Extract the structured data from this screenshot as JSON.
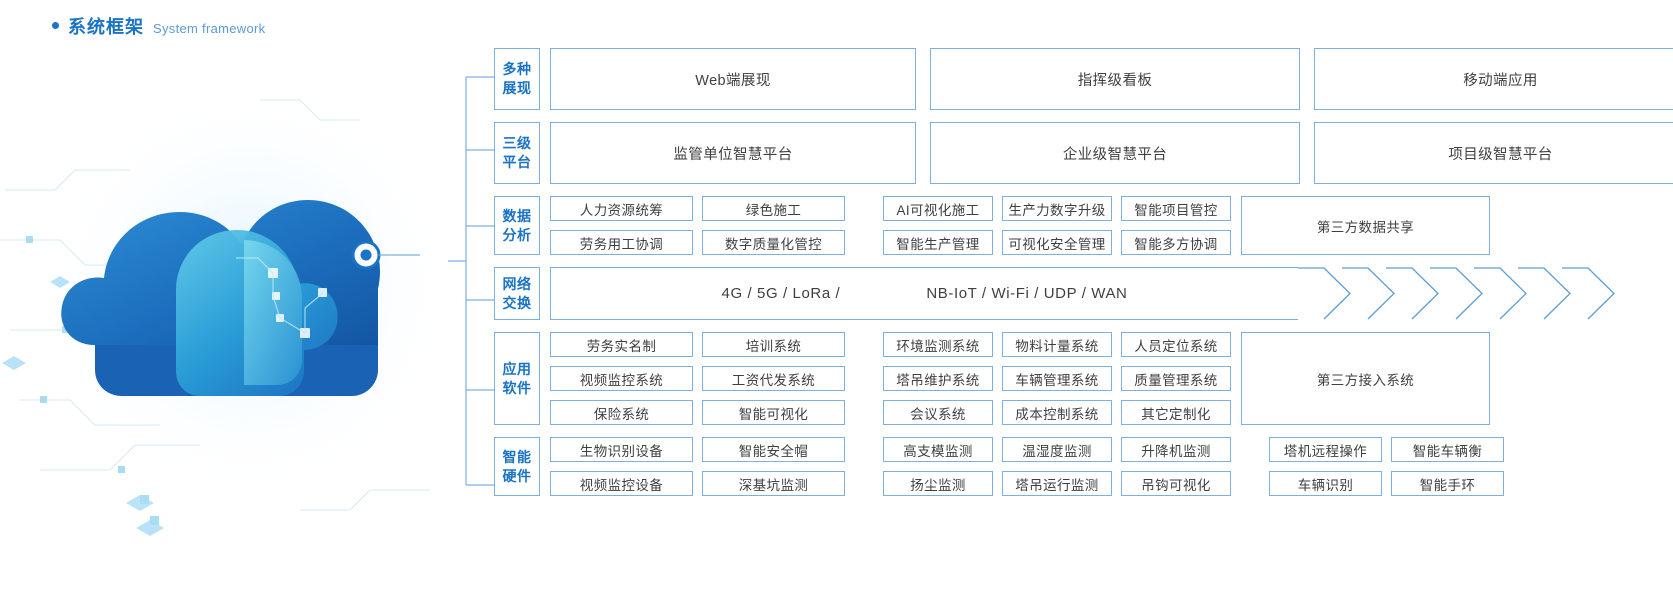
{
  "header": {
    "title_cn": "系统框架",
    "title_en": "System framework",
    "accent_color": "#1a73c4"
  },
  "rows": [
    {
      "label_line1": "多种",
      "label_line2": "展现",
      "cells": [
        "Web端展现",
        "指挥级看板",
        "移动端应用"
      ]
    },
    {
      "label_line1": "三级",
      "label_line2": "平台",
      "cells": [
        "监管单位智慧平台",
        "企业级智慧平台",
        "项目级智慧平台"
      ]
    },
    {
      "label_line1": "数据",
      "label_line2": "分析",
      "left": [
        [
          "人力资源统筹",
          "绿色施工"
        ],
        [
          "劳务用工协调",
          "数字质量化管控"
        ]
      ],
      "right": [
        [
          "AI可视化施工",
          "生产力数字升级",
          "智能项目管控"
        ],
        [
          "智能生产管理",
          "可视化安全管理",
          "智能多方协调"
        ]
      ],
      "wide": "第三方数据共享"
    },
    {
      "label_line1": "网络",
      "label_line2": "交换",
      "text_left": "4G / 5G / LoRa /",
      "text_right": "NB-IoT / Wi-Fi / UDP / WAN",
      "chevron_count": 7
    },
    {
      "label_line1": "应用",
      "label_line2": "软件",
      "left": [
        [
          "劳务实名制",
          "培训系统"
        ],
        [
          "视频监控系统",
          "工资代发系统"
        ],
        [
          "保险系统",
          "智能可视化"
        ]
      ],
      "right": [
        [
          "环境监测系统",
          "物料计量系统",
          "人员定位系统"
        ],
        [
          "塔吊维护系统",
          "车辆管理系统",
          "质量管理系统"
        ],
        [
          "会议系统",
          "成本控制系统",
          "其它定制化"
        ]
      ],
      "wide": "第三方接入系统"
    },
    {
      "label_line1": "智能",
      "label_line2": "硬件",
      "left": [
        [
          "生物识别设备",
          "智能安全帽"
        ],
        [
          "视频监控设备",
          "深基坑监测"
        ]
      ],
      "mid": [
        [
          "高支模监测",
          "温湿度监测",
          "升降机监测"
        ],
        [
          "扬尘监测",
          "塔吊运行监测",
          "吊钩可视化"
        ]
      ],
      "far": [
        [
          "塔机远程操作",
          "智能车辆衡"
        ],
        [
          "车辆识别",
          "智能手环"
        ]
      ]
    }
  ],
  "colors": {
    "border": "#7cb0e0",
    "text": "#3f3f3f",
    "label_text": "#1a73c4"
  }
}
